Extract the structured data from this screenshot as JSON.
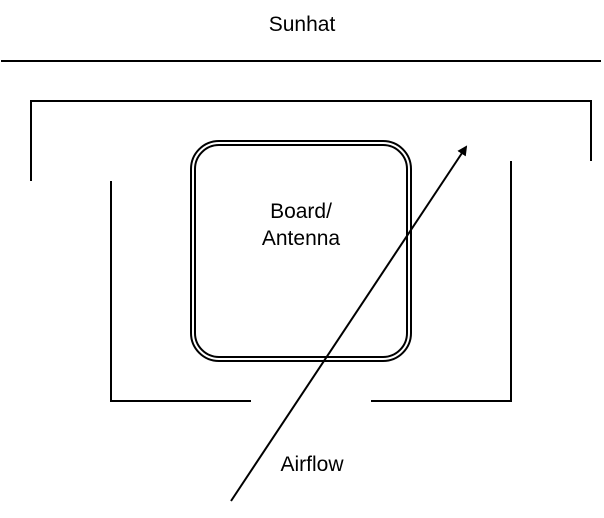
{
  "labels": {
    "sunhat": "Sunhat",
    "board_line1": "Board/",
    "board_line2": "Antenna",
    "airflow": "Airflow"
  },
  "colors": {
    "stroke": "#000000",
    "background": "#ffffff"
  }
}
